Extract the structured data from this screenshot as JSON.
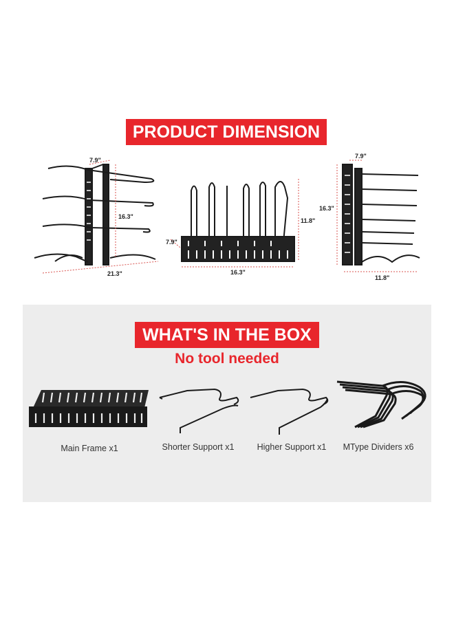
{
  "headings": {
    "dimension": "PRODUCT DIMENSION",
    "box": "WHAT'S IN THE BOX",
    "no_tool": "No tool needed"
  },
  "dimensions": {
    "left": {
      "depth": "7.9\"",
      "height": "16.3\"",
      "width": "21.3\""
    },
    "middle": {
      "height": "11.8\"",
      "depth": "7.9\"",
      "width": "16.3\""
    },
    "right": {
      "depth": "7.9\"",
      "height": "16.3\"",
      "width": "11.8\""
    }
  },
  "items": [
    {
      "label": "Main Frame x1"
    },
    {
      "label": "Shorter Support x1"
    },
    {
      "label": "Higher Support x1"
    },
    {
      "label": "MType Dividers x6"
    }
  ],
  "colors": {
    "accent_red": "#e8262c",
    "panel_gray": "#ededed",
    "metal": "#1a1a1a"
  }
}
